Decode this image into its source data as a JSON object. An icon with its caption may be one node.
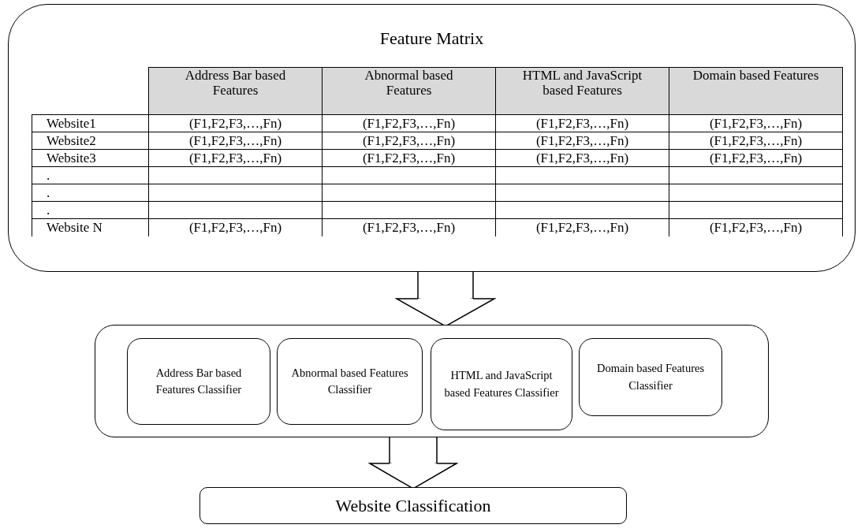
{
  "diagram": {
    "nodes": [
      {
        "text": [
          "Feature Matrix"
        ]
      },
      {
        "text": [],
        "shape": "box"
      },
      {
        "text": [
          "Address Bar based Features Classifier"
        ],
        "in": 1
      },
      {
        "text": [
          "Abnormal based Features Classifier"
        ],
        "in": 1
      },
      {
        "text": [
          "HTML and JavaScript based Features Classifier"
        ],
        "in": 1
      },
      {
        "text": [
          "Domain based Features Classifier"
        ],
        "in": 1
      },
      {
        "text": [
          "Website Classification"
        ]
      }
    ],
    "edges": [
      {
        "from": 0,
        "to": 1,
        "arrow": "to"
      },
      {
        "from": 1,
        "to": 6,
        "arrow": "to"
      }
    ],
    "labels": [
      "Address Bar based Features",
      "Abnormal based Features",
      "HTML and JavaScript based Features",
      "Domain based Features",
      "Website1",
      "(F1,F2,F3,…,Fn)",
      "(F1,F2,F3,…,Fn)",
      "(F1,F2,F3,…,Fn)",
      "(F1,F2,F3,…,Fn)",
      "Website2",
      "(F1,F2,F3,…,Fn)",
      "(F1,F2,F3,…,Fn)",
      "(F1,F2,F3,…,Fn)",
      "(F1,F2,F3,…,Fn)",
      "Website3",
      "(F1,F2,F3,…,Fn)",
      "(F1,F2,F3,…,Fn)",
      "(F1,F2,F3,…,Fn)",
      "(F1,F2,F3,…,Fn)",
      ".",
      ".",
      ".",
      "Website N",
      "(F1,F2,F3,…,Fn)",
      "(F1,F2,F3,…,Fn)",
      "(F1,F2,F3,…,Fn)",
      "(F1,F2,F3,…,Fn)"
    ]
  }
}
